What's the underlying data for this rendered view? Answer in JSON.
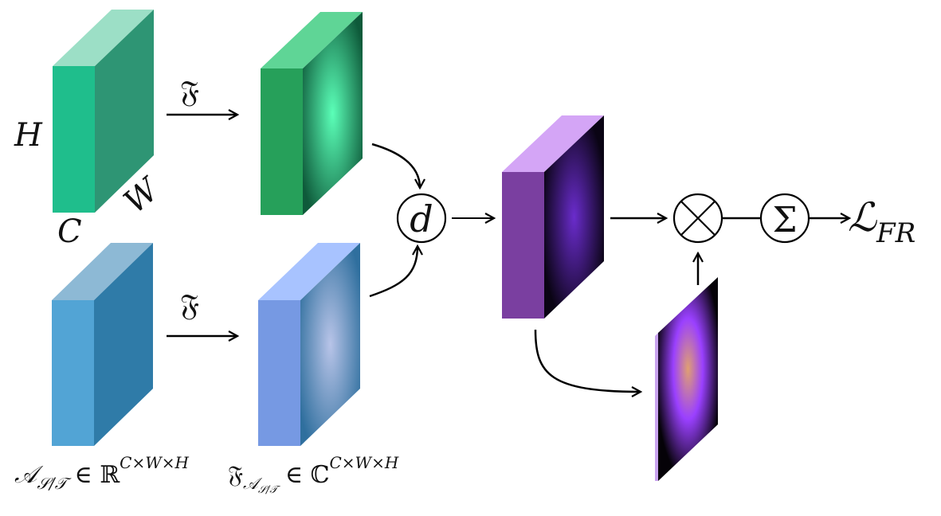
{
  "colors": {
    "green_front": "#1fbe8c",
    "green_top": "#9cdfc6",
    "green_side": "#2e9574",
    "green2_front": "#26a05a",
    "green2_top": "#5fd596",
    "green2_glow": "#5bffb8",
    "blue_front": "#52a4d5",
    "blue_top": "#8db9d5",
    "blue_side": "#2f7ba8",
    "blue2_front": "#7699e3",
    "blue2_top": "#a8c3ff",
    "blue2_glow": "#b8c4e8",
    "purple_front": "#7a3fa0",
    "purple_top": "#d4a5f6",
    "purple_glow": "#6a2ccc",
    "heat_edge": "#c9a3ef",
    "heat_glow": "#e0a070",
    "stroke": "#000000"
  },
  "labels": {
    "h": "H",
    "w": "W",
    "c": "C",
    "fourier_top": "𝔉",
    "fourier_bottom": "𝔉",
    "distance": "d",
    "times": "⊗",
    "sum": "Σ",
    "loss_main": "ℒ",
    "loss_sub": "FR",
    "activation_base": "𝒜",
    "activation_sub": "𝒮/𝒯",
    "activation_rest": " ∈ ℝ",
    "activation_sup": "C×W×H",
    "fourier_base": "𝔉",
    "fourier_sub": "𝒜",
    "fourier_subsub": "𝒮/𝒯",
    "fourier_rest": " ∈ ℂ",
    "fourier_sup": "C×W×H"
  }
}
